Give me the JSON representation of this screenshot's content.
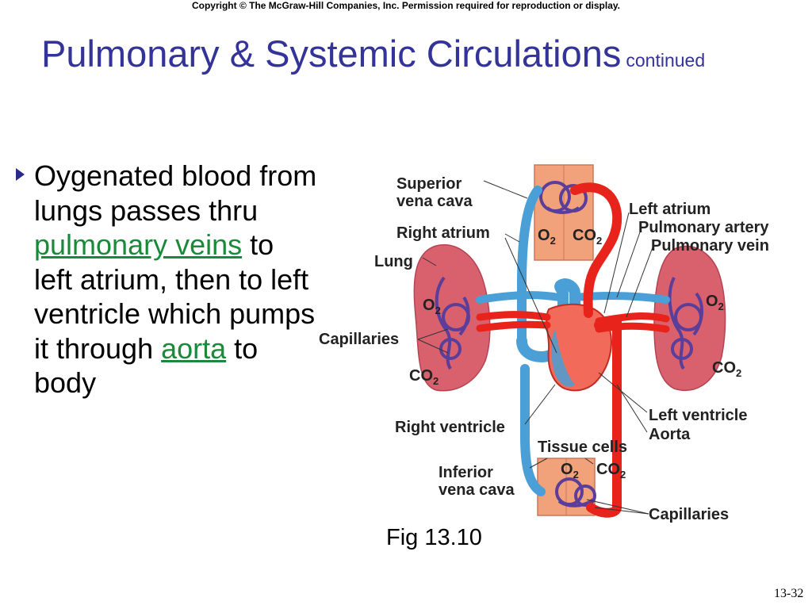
{
  "header": {
    "copyright": "Copyright © The McGraw-Hill Companies, Inc. Permission required for reproduction or display."
  },
  "slide": {
    "title": "Pulmonary & Systemic Circulations",
    "title_suffix": "continued",
    "bullet": {
      "part1": "Oygenated blood from lungs passes thru ",
      "link1": "pulmonary veins",
      "part2": " to left atrium, then to left ventricle which pumps it through ",
      "link2": "aorta",
      "part3": " to body"
    },
    "figure_caption": "Fig 13.10",
    "page_number": "13-32"
  },
  "colors": {
    "title": "#333399",
    "link": "#1a8a3a",
    "oxygenated": "#e8231c",
    "deoxygenated": "#4a9fd6",
    "capillary": "#5b3e99",
    "tissue": "#f2a27a",
    "lung": "#d9616e"
  },
  "diagram": {
    "labels": {
      "superior_vena_cava_1": "Superior",
      "superior_vena_cava_2": "vena cava",
      "right_atrium": "Right atrium",
      "lung": "Lung",
      "capillaries_left": "Capillaries",
      "left_atrium": "Left atrium",
      "pulmonary_artery": "Pulmonary artery",
      "pulmonary_vein": "Pulmonary vein",
      "right_ventricle": "Right ventricle",
      "left_ventricle": "Left ventricle",
      "aorta": "Aorta",
      "tissue_cells": "Tissue cells",
      "inferior_vena_cava_1": "Inferior",
      "inferior_vena_cava_2": "vena cava",
      "capillaries_bottom": "Capillaries"
    },
    "gas_labels": {
      "o2": "O",
      "co2": "CO",
      "sub": "2"
    }
  }
}
